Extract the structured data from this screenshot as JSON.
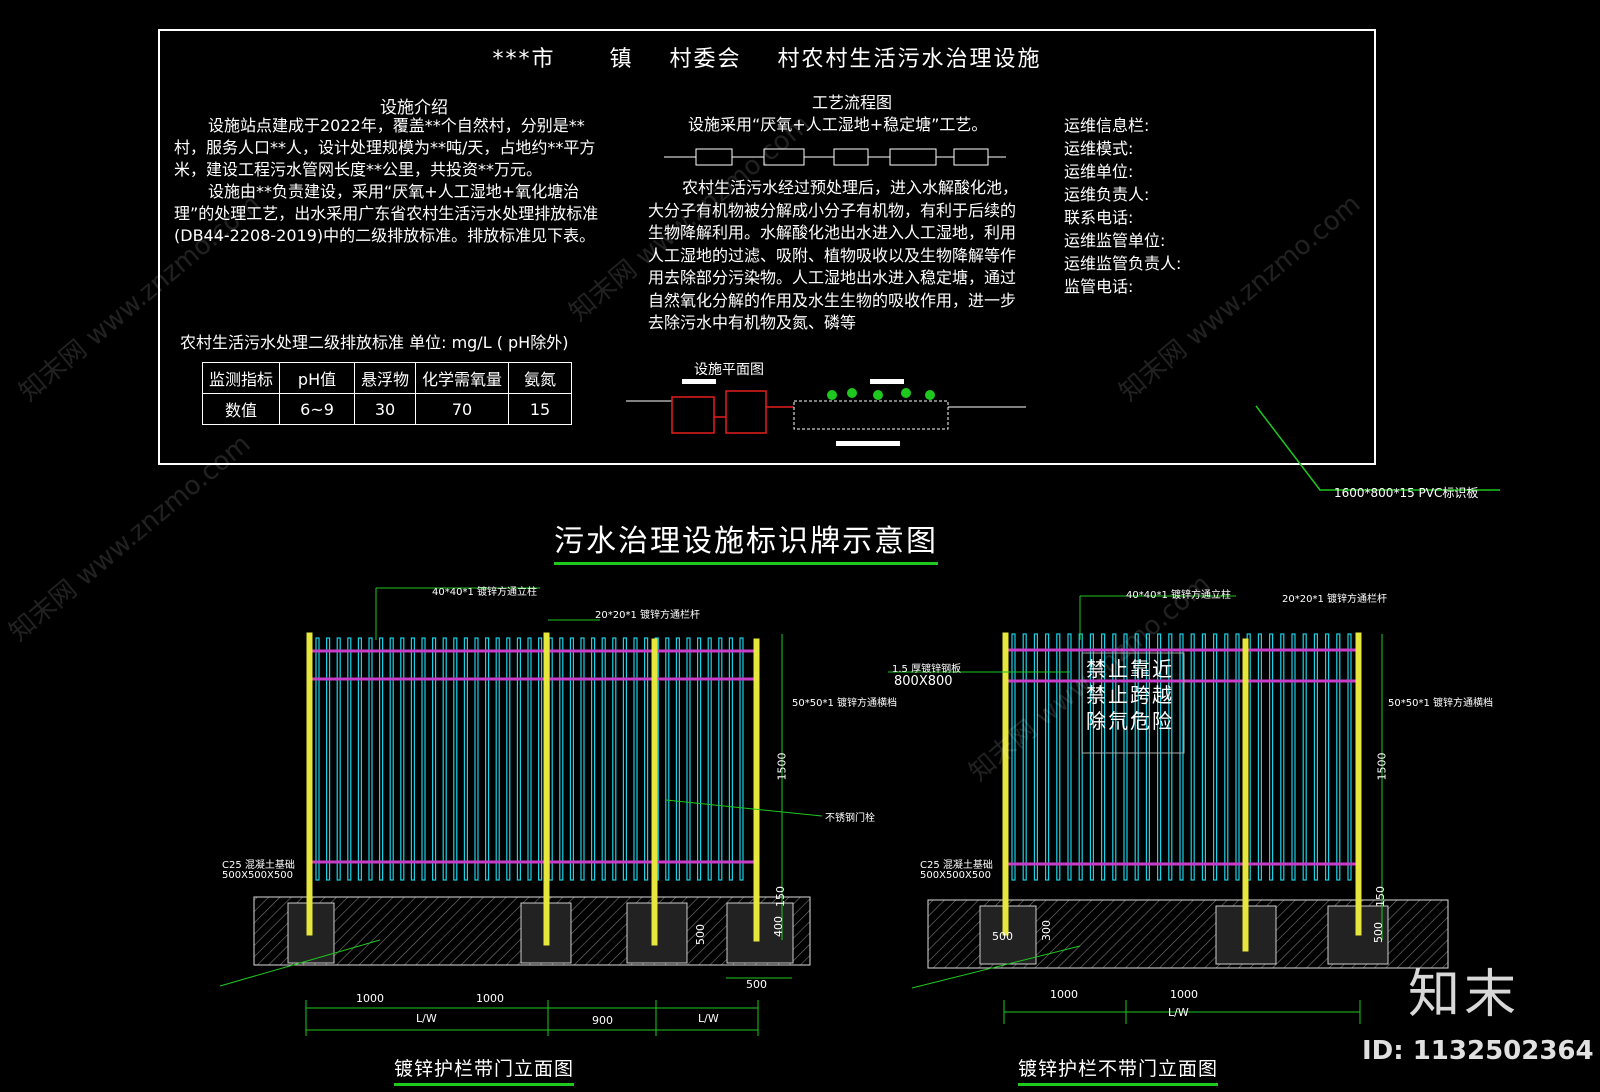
{
  "board": {
    "title": "***市      镇    村委会    村农村生活污水治理设施",
    "intro_heading": "设施介绍",
    "intro_p1": "设施站点建成于2022年，覆盖**个自然村，分别是**村，服务人口**人，设计处理规模为**吨/天，占地约**平方米，建设工程污水管网长度**公里，共投资**万元。",
    "intro_p2": "设施由**负责建设，采用“厌氧+人工湿地+氧化塘治理”的处理工艺，出水采用广东省农村生活污水处理排放标准(DB44-2208-2019)中的二级排放标准。排放标准见下表。",
    "std_caption": "农村生活污水处理二级排放标准   单位: mg/L ( pH除外)",
    "std_table": {
      "headers": [
        "监测指标",
        "pH值",
        "悬浮物",
        "化学需氧量",
        "氨氮"
      ],
      "row_label": "数值",
      "values": [
        "6~9",
        "30",
        "70",
        "15"
      ]
    },
    "process_heading": "工艺流程图",
    "process_sub": "设施采用“厌氧+人工湿地+稳定塘”工艺。",
    "process_text": "农村生活污水经过预处理后，进入水解酸化池，大分子有机物被分解成小分子有机物，有利于后续的生物降解利用。水解酸化池出水进入人工湿地，利用人工湿地的过滤、吸附、植物吸收以及生物降解等作用去除部分污染物。人工湿地出水进入稳定塘，通过自然氧化分解的作用及水生生物的吸收作用，进一步去除污水中有机物及氮、磷等",
    "plan_heading": "设施平面图",
    "ops_items": [
      "运维信息栏:",
      "运维模式:",
      "运维单位:",
      "运维负责人:",
      "联系电话:",
      "运维监管单位:",
      "运维监管负责人:",
      "监管电话:"
    ],
    "board_note": "1600*800*15 PVC标识板"
  },
  "main_title": "污水治理设施标识牌示意图",
  "left_view": {
    "title": "镀锌护栏带门立面图",
    "note_post": "40*40*1 镀锌方通立柱",
    "note_bar": "20*20*1 镀锌方通栏杆",
    "note_rail": "50*50*1 镀锌方通横档",
    "note_lock": "不锈钢门栓",
    "note_base": "C25 混凝土基础",
    "base_size": "500X500X500",
    "dims": [
      "1000",
      "1000",
      "900",
      "L/W",
      "L/W",
      "1500",
      "150",
      "400",
      "500",
      "500"
    ]
  },
  "right_view": {
    "title": "镀锌护栏不带门立面图",
    "note_post": "40*40*1 镀锌方通立柱",
    "note_bar": "20*20*1 镀锌方通栏杆",
    "note_sign": "1.5 厚镀锌钢板",
    "sign_size": "800X800",
    "note_rail": "50*50*1 镀锌方通横档",
    "note_base": "C25 混凝土基础",
    "base_size": "500X500X500",
    "sign_lines": [
      "禁止靠近",
      "禁止跨越",
      "除氘危险"
    ],
    "dims": [
      "1000",
      "1000",
      "L/W",
      "1500",
      "150",
      "500",
      "300",
      "500"
    ]
  },
  "watermark": "知末网 www.znzmo.com",
  "logo": "知末",
  "id_label": "ID: 1132502364",
  "colors": {
    "cyan": "#19d2e6",
    "yellow": "#e6e63c",
    "magenta": "#c83cc8",
    "green": "#1ec81e",
    "red": "#e61e1e"
  }
}
